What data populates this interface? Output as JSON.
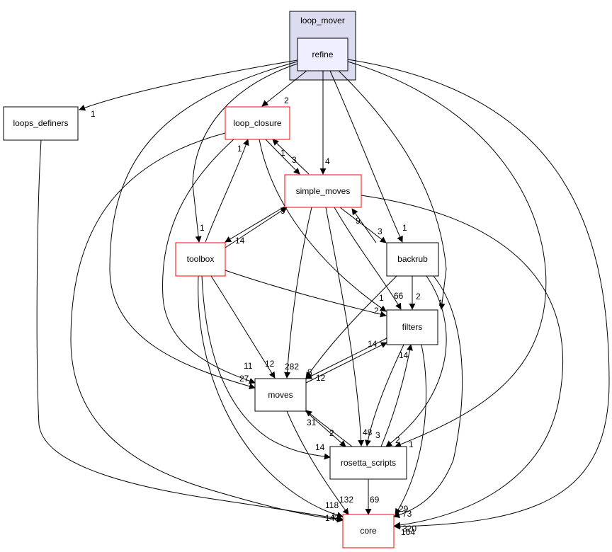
{
  "cluster": {
    "label": "loop_mover"
  },
  "nodes": {
    "refine": {
      "label": "refine"
    },
    "loops_definers": {
      "label": "loops_definers"
    },
    "loop_closure": {
      "label": "loop_closure"
    },
    "simple_moves": {
      "label": "simple_moves"
    },
    "toolbox": {
      "label": "toolbox"
    },
    "backrub": {
      "label": "backrub"
    },
    "filters": {
      "label": "filters"
    },
    "moves": {
      "label": "moves"
    },
    "rosetta_scripts": {
      "label": "rosetta_scripts"
    },
    "core": {
      "label": "core"
    }
  },
  "edge_labels": {
    "refine_loops_definers": "1",
    "refine_loop_closure": "2",
    "refine_simple_moves": "4",
    "refine_toolbox": "1",
    "refine_backrub": "1",
    "refine_filters": "1",
    "refine_moves": "27",
    "refine_rosetta_scripts": "1",
    "refine_core": "104",
    "loop_closure_simple_moves": "3",
    "simple_moves_loop_closure": "1",
    "toolbox_loop_closure": "1",
    "loop_closure_moves": "11",
    "loop_closure_filters": "2",
    "loop_closure_core": "143",
    "simple_moves_toolbox": "14",
    "toolbox_simple_moves": "9",
    "simple_moves_backrub": "3",
    "backrub_simple_moves": "9",
    "simple_moves_filters": "66",
    "simple_moves_moves": "282",
    "simple_moves_rosetta_scripts": "48",
    "simple_moves_core": "320",
    "toolbox_moves": "12",
    "toolbox_rosetta_scripts": "14",
    "toolbox_core": "118",
    "backrub_filters": "2",
    "backrub_moves": "1",
    "backrub_rosetta_scripts": "2",
    "backrub_core": "73",
    "filters_moves": "8",
    "moves_filters": "14",
    "filters_rosetta_scripts": "3",
    "rosetta_scripts_filters": "14",
    "filters_core": "29",
    "moves_rosetta_scripts": "2",
    "rosetta_scripts_moves": "31",
    "moves_core": "132",
    "moves_filters_2": "12",
    "rosetta_scripts_core": "69",
    "loops_definers_core": "1"
  },
  "colors": {
    "cluster_fill": "#dcdcf0",
    "refine_fill": "#eeeeff",
    "red_border": "#ff0000",
    "black_border": "#000000"
  }
}
